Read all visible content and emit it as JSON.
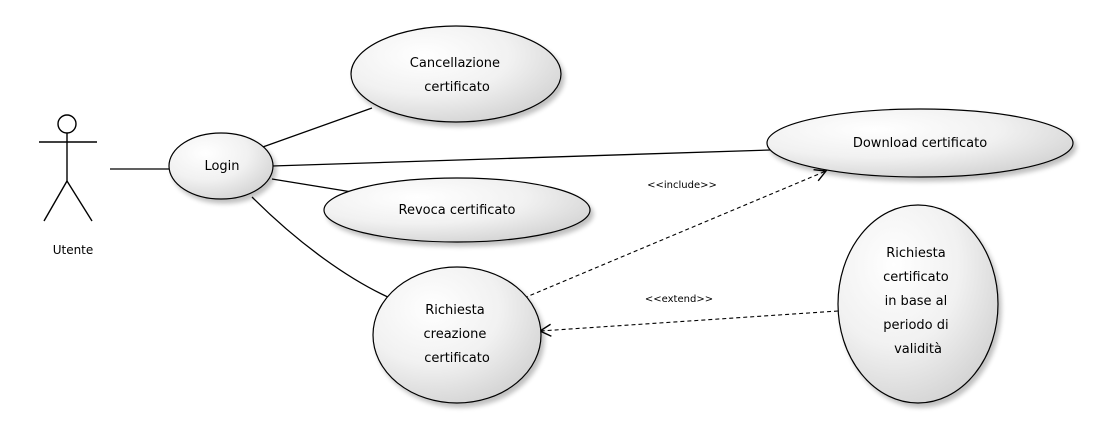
{
  "actor": {
    "name": "Utente"
  },
  "use_cases": {
    "login": [
      "Login"
    ],
    "cancellazione": [
      "Cancellazione",
      "certificato"
    ],
    "download": [
      "Download certificato"
    ],
    "revoca": [
      "Revoca certificato"
    ],
    "richiesta_creazione": [
      "Richiesta",
      "creazione",
      "certificato"
    ],
    "richiesta_periodo": [
      "Richiesta",
      "certificato",
      "in base al",
      "periodo di",
      "validità"
    ]
  },
  "relations": {
    "include": "<<include>>",
    "extend": "<<extend>>"
  },
  "colors": {
    "ellipse_fill_light": "#ffffff",
    "ellipse_fill_dark": "#d4d4d4",
    "stroke": "#000000",
    "shadow": "#cfcfcf"
  }
}
